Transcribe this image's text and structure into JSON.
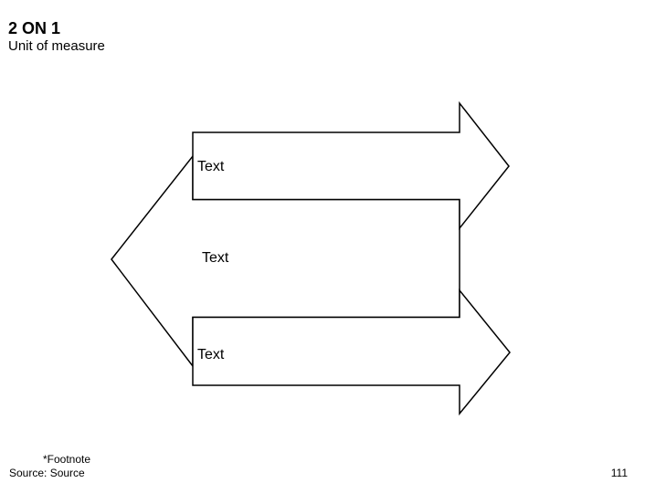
{
  "header": {
    "title": "2 ON 1",
    "subtitle": "Unit of measure"
  },
  "diagram": {
    "type": "block-arrow-flow",
    "shapes": [
      {
        "name": "top-right-arrow",
        "direction": "right",
        "label": "Text"
      },
      {
        "name": "big-left-arrow",
        "direction": "left",
        "label": "Text"
      },
      {
        "name": "bottom-right-arrow",
        "direction": "right",
        "label": "Text"
      }
    ],
    "fill_color": "#ffffff",
    "stroke_color": "#000000"
  },
  "footer": {
    "footnote": "*Footnote",
    "source": "Source: Source",
    "page_number": "111"
  }
}
